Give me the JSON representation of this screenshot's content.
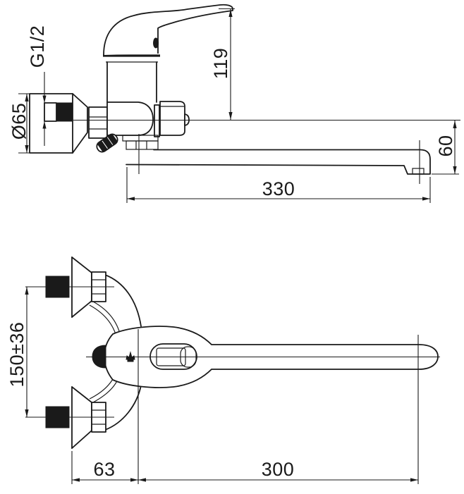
{
  "drawing": {
    "type": "technical-dimension-drawing",
    "subject": "wall-mounted single-lever mixer tap with long swivel spout, two orthographic views",
    "colors": {
      "background": "#ffffff",
      "line": "#1a1a1a"
    },
    "views": {
      "side_elevation": {
        "labels": {
          "thread_size": "G1/2",
          "flange_diameter": "Ø65",
          "handle_height": "119",
          "spout_drop": "60",
          "spout_length": "330"
        }
      },
      "plan_view": {
        "labels": {
          "inlet_spacing": "150±36",
          "wall_offset": "63",
          "spout_reach": "300"
        }
      }
    }
  }
}
